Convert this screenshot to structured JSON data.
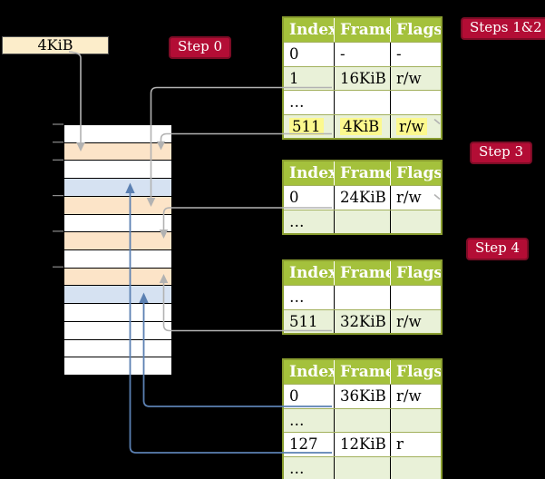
{
  "legend_box": {
    "label": "4KiB"
  },
  "step_labels": {
    "step0": "Step 0",
    "steps12": "Steps 1&2",
    "step3": "Step 3",
    "step4": "Step 4"
  },
  "memory": {
    "rows": [
      "white",
      "orange",
      "white",
      "blue",
      "orange",
      "white",
      "orange",
      "white",
      "orange",
      "blue",
      "white",
      "white",
      "white",
      "white"
    ]
  },
  "tables": [
    {
      "id": "pt1",
      "headers": [
        "Index",
        "Frame",
        "Flags"
      ],
      "rows": [
        {
          "cells": [
            "0",
            "-",
            "-"
          ],
          "shade": "white",
          "highlight": false
        },
        {
          "cells": [
            "1",
            "16KiB",
            "r/w"
          ],
          "shade": "green",
          "highlight": false
        },
        {
          "cells": [
            "…",
            "",
            ""
          ],
          "shade": "white",
          "highlight": false
        },
        {
          "cells": [
            "511",
            "4KiB",
            "r/w"
          ],
          "shade": "green",
          "highlight": true
        }
      ]
    },
    {
      "id": "pt2",
      "headers": [
        "Index",
        "Frame",
        "Flags"
      ],
      "rows": [
        {
          "cells": [
            "0",
            "24KiB",
            "r/w"
          ],
          "shade": "white",
          "highlight": false
        },
        {
          "cells": [
            "…",
            "",
            ""
          ],
          "shade": "green",
          "highlight": false
        }
      ]
    },
    {
      "id": "pt3",
      "headers": [
        "Index",
        "Frame",
        "Flags"
      ],
      "rows": [
        {
          "cells": [
            "…",
            "",
            ""
          ],
          "shade": "white",
          "highlight": false
        },
        {
          "cells": [
            "511",
            "32KiB",
            "r/w"
          ],
          "shade": "green",
          "highlight": false
        }
      ]
    },
    {
      "id": "pt4",
      "headers": [
        "Index",
        "Frame",
        "Flags"
      ],
      "rows": [
        {
          "cells": [
            "0",
            "36KiB",
            "r/w"
          ],
          "shade": "white",
          "highlight": false
        },
        {
          "cells": [
            "…",
            "",
            ""
          ],
          "shade": "green",
          "highlight": false
        },
        {
          "cells": [
            "127",
            "12KiB",
            "r"
          ],
          "shade": "white",
          "highlight": false
        },
        {
          "cells": [
            "…",
            "",
            ""
          ],
          "shade": "green",
          "highlight": false
        }
      ]
    }
  ],
  "colors": {
    "background": "#000000",
    "table_header_bg": "#a4c13c",
    "table_border": "#8a9e2f",
    "row_green": "#e9f1d8",
    "row_white": "#ffffff",
    "row_separator": "#a2b05c",
    "highlight_yellow": "#fcf98e",
    "memory_orange": "#fce4c8",
    "memory_blue": "#d6e2f2",
    "memory_white": "#ffffff",
    "connector_gray": "#b2b2b2",
    "connector_blue": "#5b80b2",
    "badge_bg": "#b30d35",
    "badge_border": "#7d0c26",
    "badge_text": "#ffffff",
    "legend_box_bg": "#fcedca",
    "tick": "#8c8c8c"
  }
}
